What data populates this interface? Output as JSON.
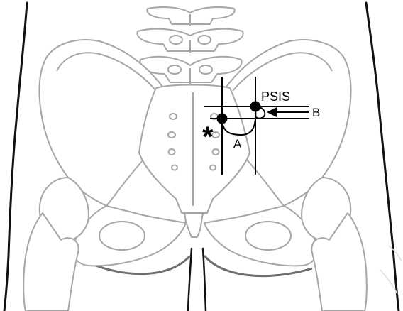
{
  "labels": {
    "psis": "PSIS",
    "a": "A",
    "b": "B",
    "asterisk": "*"
  },
  "colors": {
    "background": "#ffffff",
    "bone_outline": "#a6a6a6",
    "bone_fill": "#ffffff",
    "body_outline": "#111111",
    "ink": "#000000"
  },
  "icons": {
    "landmark_point": "filled-circle",
    "direction": "left-arrow"
  }
}
